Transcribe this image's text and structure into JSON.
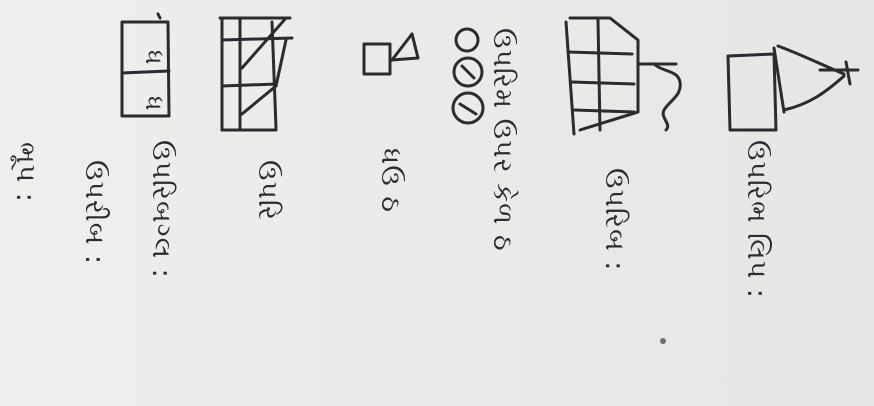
{
  "page": {
    "lines": [
      {
        "id": "line-1",
        "text": "ભૂપ :"
      },
      {
        "id": "line-2",
        "text": "ઉપરીબ :"
      },
      {
        "id": "line-3",
        "text": "ઉપરિબગ્લ :"
      },
      {
        "id": "line-4",
        "text": "ઉપરિ"
      },
      {
        "id": "line-5",
        "text": "ધઉ ઠ"
      },
      {
        "id": "line-6",
        "text": "ઉપરિમ ઉપર કેળ ઠ"
      },
      {
        "id": "line-7",
        "text": "ઉપરિબ :"
      },
      {
        "id": "line-8",
        "text": "ઉપરિભ લિપ :"
      }
    ],
    "box_letters": {
      "left": "ધ",
      "right": "ધ"
    }
  }
}
